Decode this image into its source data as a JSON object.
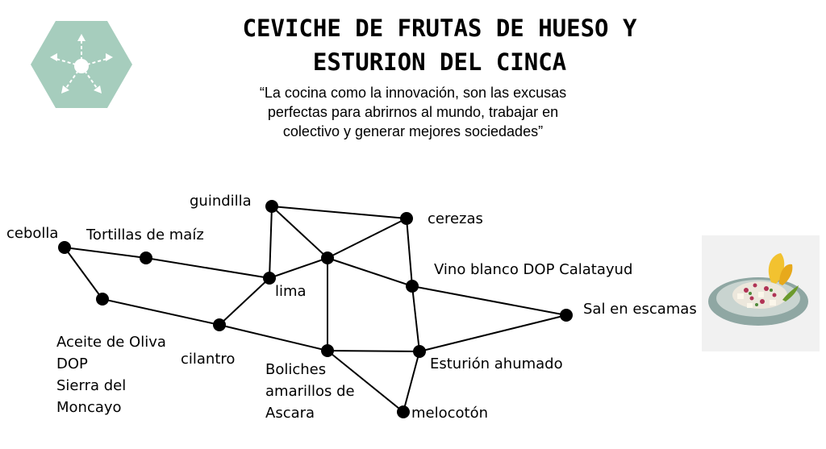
{
  "title_line1": "CEVICHE DE FRUTAS DE HUESO Y",
  "title_line2": "ESTURION DEL CINCA",
  "quote_lines": [
    "“La cocina como la innovación, son las excusas",
    "perfectas  para abrirnos al mundo, trabajar en",
    "colectivo y generar mejores sociedades”"
  ],
  "logo_icon": "hexagon-arrows-icon",
  "dish_image": "ceviche-plate-photo",
  "colors": {
    "logo": "#a6cdbd",
    "nodes": "#000000",
    "edges": "#000000"
  },
  "nodes": [
    {
      "id": "guindilla",
      "label": "guindilla"
    },
    {
      "id": "cerezas",
      "label": "cerezas"
    },
    {
      "id": "cebolla",
      "label": "cebolla"
    },
    {
      "id": "tortillas",
      "label": "Tortillas de maíz"
    },
    {
      "id": "centro",
      "label": ""
    },
    {
      "id": "vino",
      "label": "Vino blanco DOP Calatayud"
    },
    {
      "id": "lima",
      "label": "lima"
    },
    {
      "id": "sal",
      "label": "Sal en escamas"
    },
    {
      "id": "aceite",
      "label": "Aceite de Oliva DOP Sierra del Moncayo",
      "label_lines": [
        "Aceite de Oliva",
        "DOP",
        "Sierra del",
        "Moncayo"
      ]
    },
    {
      "id": "cilantro",
      "label": "cilantro"
    },
    {
      "id": "boliches",
      "label": "Boliches amarillos de Ascara",
      "label_lines": [
        "Boliches",
        "amarillos de",
        "Ascara"
      ]
    },
    {
      "id": "esturion",
      "label": "Esturión ahumado"
    },
    {
      "id": "melocoton",
      "label": "melocotón"
    }
  ],
  "edges": [
    [
      "guindilla",
      "cerezas"
    ],
    [
      "guindilla",
      "lima"
    ],
    [
      "guindilla",
      "centro"
    ],
    [
      "cerezas",
      "centro"
    ],
    [
      "cerezas",
      "vino"
    ],
    [
      "cebolla",
      "tortillas"
    ],
    [
      "tortillas",
      "lima"
    ],
    [
      "cebolla",
      "aceite"
    ],
    [
      "aceite",
      "cilantro"
    ],
    [
      "cilantro",
      "lima"
    ],
    [
      "lima",
      "centro"
    ],
    [
      "centro",
      "vino"
    ],
    [
      "centro",
      "boliches"
    ],
    [
      "vino",
      "sal"
    ],
    [
      "vino",
      "esturion"
    ],
    [
      "sal",
      "esturion"
    ],
    [
      "cilantro",
      "boliches"
    ],
    [
      "boliches",
      "esturion"
    ],
    [
      "boliches",
      "melocoton"
    ],
    [
      "esturion",
      "melocoton"
    ]
  ]
}
